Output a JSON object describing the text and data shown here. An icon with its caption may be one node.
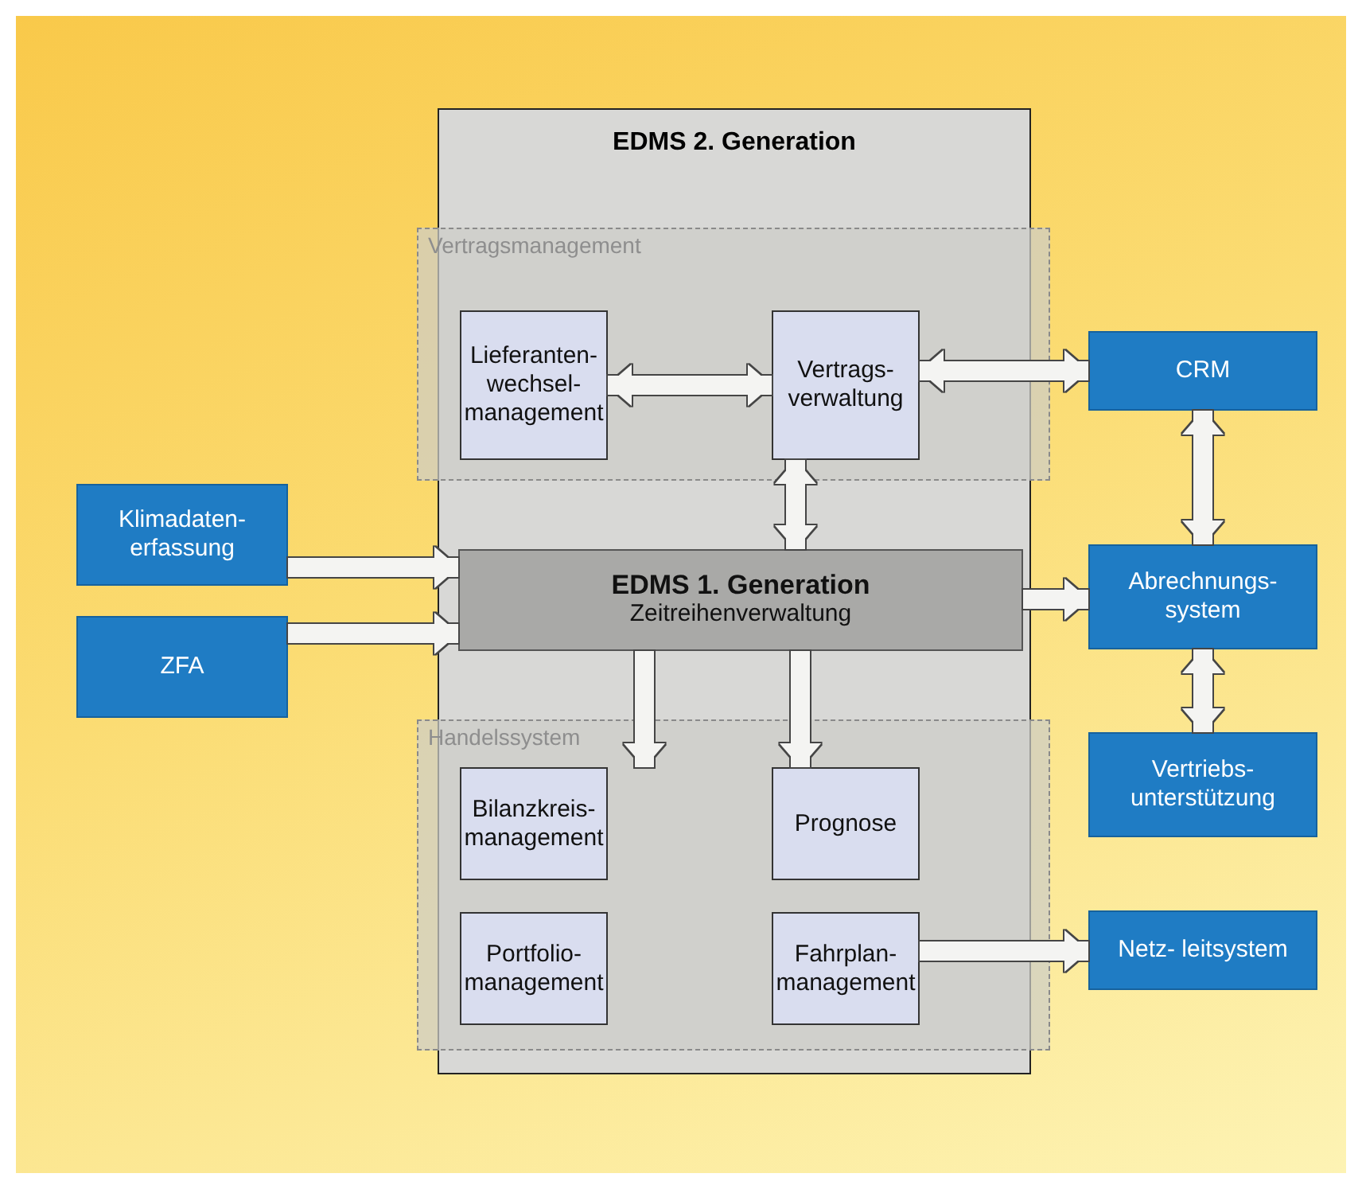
{
  "diagram": {
    "nodes": [
      {
        "text": [
          "EDMS 2. Generation"
        ]
      },
      {
        "text": [
          "Vertragsmanagement"
        ]
      },
      {
        "text": [
          "Lieferanten- wechsel- management"
        ],
        "in": 1
      },
      {
        "text": [
          "Vertrags- verwaltung"
        ],
        "in": 1
      },
      {
        "text": [
          "CRM"
        ]
      },
      {
        "text": [
          "Klimadaten- erfassung"
        ]
      },
      {
        "text": [
          "EDMS 1. Generation",
          "Zeitreihenverwaltung"
        ],
        "in": 0
      },
      {
        "text": [
          "Abrechnungs- system"
        ]
      },
      {
        "text": [
          "ZFA"
        ]
      },
      {
        "text": [
          "Handelssystem"
        ]
      },
      {
        "text": [
          "Vertriebs- unterstützung"
        ]
      },
      {
        "text": [
          "Bilanzkreis- management"
        ],
        "in": 9
      },
      {
        "text": [
          "Prognose"
        ],
        "in": 9
      },
      {
        "text": [
          "Portfolio- management"
        ],
        "in": 9
      },
      {
        "text": [
          "Fahrplan- management"
        ],
        "in": 9
      },
      {
        "text": [
          "Netz- leitsystem"
        ]
      }
    ],
    "edges": [
      {
        "from": 2,
        "to": 3,
        "arrow": "both"
      },
      {
        "from": 3,
        "to": 4,
        "arrow": "both"
      },
      {
        "from": 3,
        "to": 6,
        "arrow": "both"
      },
      {
        "from": 5,
        "to": 6,
        "arrow": "to"
      },
      {
        "from": 8,
        "to": 6,
        "arrow": "to"
      },
      {
        "from": 6,
        "to": 7,
        "arrow": "to"
      },
      {
        "from": 4,
        "to": 7,
        "arrow": "both"
      },
      {
        "from": 7,
        "to": 10,
        "arrow": "both"
      },
      {
        "from": 6,
        "to": 11,
        "arrow": "to"
      },
      {
        "from": 6,
        "to": 12,
        "arrow": "to"
      },
      {
        "from": 14,
        "to": 15,
        "arrow": "to"
      }
    ]
  }
}
